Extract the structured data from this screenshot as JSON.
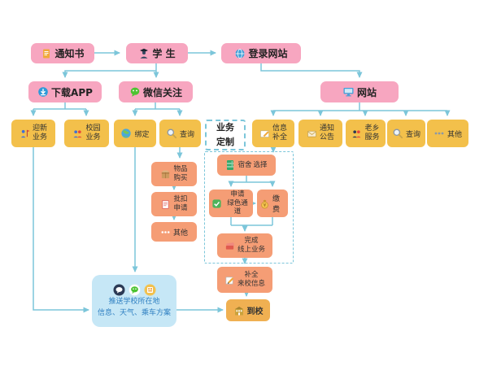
{
  "palette": {
    "pink_box": "#f7a6c0",
    "gold_box": "#f3c04b",
    "orange_box": "#f59d75",
    "blue_box": "#c6e7f6",
    "arrow": "#7cc6da",
    "blue_text": "#2e7fc1"
  },
  "flow": {
    "notice": {
      "label": "通知书"
    },
    "student": {
      "label": "学 生"
    },
    "login": {
      "label": "登录网站"
    },
    "download_app": {
      "label": "下载APP"
    },
    "wechat_follow": {
      "label": "微信关注"
    },
    "website": {
      "label": "网站"
    },
    "welcome_biz": {
      "line1": "迎新",
      "line2": "业务"
    },
    "campus_biz": {
      "line1": "校园",
      "line2": "业务"
    },
    "bind": {
      "label": "绑定"
    },
    "wechat_query": {
      "label": "查询"
    },
    "biz_custom": {
      "line1": "业务",
      "line2": "定制"
    },
    "info_complete": {
      "line1": "信息",
      "line2": "补全"
    },
    "announcements": {
      "line1": "通知",
      "line2": "公告"
    },
    "hometown_service": {
      "line1": "老乡",
      "line2": "服务"
    },
    "web_query": {
      "label": "查询"
    },
    "web_other": {
      "label": "其他"
    },
    "goods_purchase": {
      "line1": "物品",
      "line2": "购买"
    },
    "batch_deduct": {
      "line1": "批扣",
      "line2": "申请"
    },
    "list_other": {
      "label": "其他"
    },
    "dorm_select": {
      "line1": "宿舍",
      "line2": "选择"
    },
    "green_channel": {
      "line1": "申请",
      "line2": "绿色通道"
    },
    "pay_fee": {
      "label": "缴费"
    },
    "finish_online": {
      "line1": "完成",
      "line2": "线上业务"
    },
    "fill_arrival": {
      "line1": "补全",
      "line2": "来校信息"
    },
    "arrive_school": {
      "label": "到校"
    },
    "push_info": {
      "line1": "推送学校所在地",
      "line2": "信息、天气、乘车方案"
    }
  },
  "icons": {
    "notice": "document",
    "student": "graduate-person",
    "login": "globe",
    "download_app": "download-circle",
    "wechat_follow": "wechat-bubble",
    "website": "monitor",
    "welcome_biz": "person-flag",
    "campus_biz": "two-people",
    "bind": "globe",
    "query": "magnifier",
    "info_complete": "card-pencil",
    "announcements": "envelope",
    "hometown_service": "two-people",
    "other": "three-dots",
    "goods_purchase": "carton-box",
    "batch_deduct": "receipt",
    "dorm_select": "green-cabinet",
    "green_channel": "green-check",
    "pay_fee": "money-bag",
    "finish_online": "card-stack",
    "fill_arrival": "pencil-sheet",
    "arrive_school": "school-building",
    "push_info": "chat-wechat-app-circles"
  }
}
